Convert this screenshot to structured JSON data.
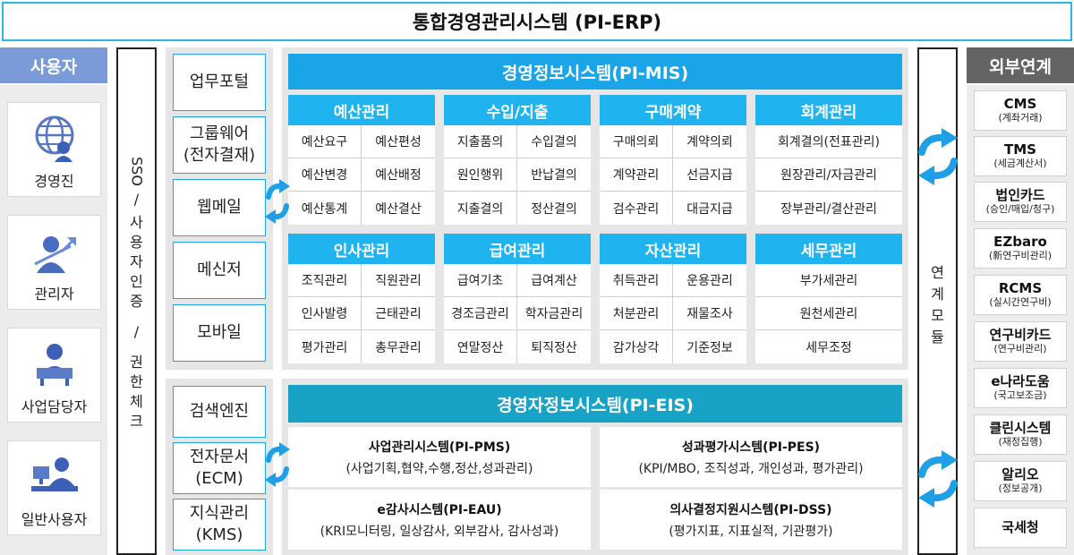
{
  "title": "통합경영관리시스템 (PI-ERP)",
  "users": {
    "header": "사용자",
    "items": [
      "경영진",
      "관리자",
      "사업담당자",
      "일반사용자"
    ]
  },
  "sso": {
    "chars": [
      "SSO",
      "/",
      "사",
      "용",
      "자",
      "인",
      "증",
      "/",
      "권",
      "한",
      "체",
      "크"
    ]
  },
  "portal": {
    "top": [
      "업무포털",
      "그룹웨어\n(전자결재)",
      "웹메일",
      "메신저",
      "모바일"
    ],
    "bottom": [
      "검색엔진",
      "전자문서\n(ECM)",
      "지식관리\n(KMS)"
    ]
  },
  "mis": {
    "title": "경영정보시스템(PI-MIS)",
    "modules": [
      {
        "name": "예산관리",
        "items": [
          "예산요구",
          "예산편성",
          "예산변경",
          "예산배정",
          "예산통계",
          "예산결산"
        ]
      },
      {
        "name": "수입/지출",
        "items": [
          "지출품의",
          "수입결의",
          "원인행위",
          "반납결의",
          "지출결의",
          "정산결의"
        ]
      },
      {
        "name": "구매계약",
        "items": [
          "구매의뢰",
          "계약의뢰",
          "계약관리",
          "선금지급",
          "검수관리",
          "대금지급"
        ]
      },
      {
        "name": "회계관리",
        "items": [
          "회계결의(전표관리)",
          "원장관리/자금관리",
          "장부관리/결산관리"
        ]
      },
      {
        "name": "인사관리",
        "items": [
          "조직관리",
          "직원관리",
          "인사발령",
          "근태관리",
          "평가관리",
          "총무관리"
        ]
      },
      {
        "name": "급여관리",
        "items": [
          "급여기초",
          "급여계산",
          "경조금관리",
          "학자금관리",
          "연말정산",
          "퇴직정산"
        ]
      },
      {
        "name": "자산관리",
        "items": [
          "취득관리",
          "운용관리",
          "처분관리",
          "재물조사",
          "감가상각",
          "기준정보"
        ]
      },
      {
        "name": "세무관리",
        "items": [
          "부가세관리",
          "원천세관리",
          "세무조정"
        ]
      }
    ]
  },
  "eis": {
    "title": "경영자정보시스템(PI-EIS)",
    "systems": [
      {
        "name": "사업관리시스템(PI-PMS)",
        "desc": "(사업기획,협약,수행,정산,성과관리)"
      },
      {
        "name": "성과평가시스템(PI-PES)",
        "desc": "(KPI/MBO, 조직성과, 개인성과, 평가관리)"
      },
      {
        "name": "e감사시스템(PI-EAU)",
        "desc": "(KRI모니터링, 일상감사, 외부감사, 감사성과)"
      },
      {
        "name": "의사결정지원시스템(PI-DSS)",
        "desc": "(평가지표, 지표실적, 기관평가)"
      }
    ]
  },
  "link": {
    "chars": [
      "연",
      "계",
      "모",
      "듈"
    ]
  },
  "external": {
    "header": "외부연계",
    "items": [
      {
        "name": "CMS",
        "desc": "(계좌거래)"
      },
      {
        "name": "TMS",
        "desc": "(세금계산서)"
      },
      {
        "name": "법인카드",
        "desc": "(승인/매입/청구)"
      },
      {
        "name": "EZbaro",
        "desc": "(新연구비관리)"
      },
      {
        "name": "RCMS",
        "desc": "(실시간연구비)"
      },
      {
        "name": "연구비카드",
        "desc": "(연구비관리)"
      },
      {
        "name": "e나라도움",
        "desc": "(국고보조금)"
      },
      {
        "name": "클린시스템",
        "desc": "(재정집행)"
      },
      {
        "name": "알리오",
        "desc": "(정보공개)"
      },
      {
        "name": "국세청",
        "desc": ""
      }
    ]
  },
  "colors": {
    "accent": "#1aa5e8",
    "module_head": "#1fb4ef",
    "eis_head": "#18a2c6",
    "user_head": "#7a9ad8",
    "ext_head": "#646464",
    "arrow": "#1e9fe6"
  }
}
